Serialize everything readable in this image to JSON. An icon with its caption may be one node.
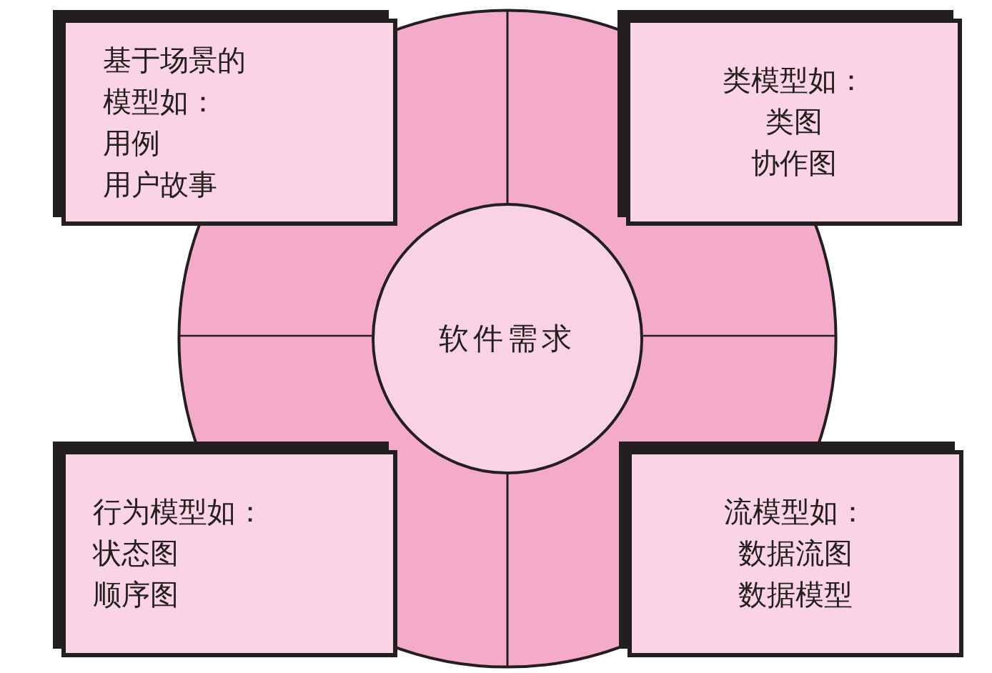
{
  "diagram": {
    "nodes": [
      {
        "text": [],
        "shape": "circle"
      },
      {
        "text": [
          "基于场景的模型如：",
          "用例",
          "用户故事"
        ]
      },
      {
        "text": [
          "类模型如：",
          "类图",
          "协作图"
        ]
      },
      {
        "text": [
          "软件需求"
        ],
        "in": 0
      },
      {
        "text": [
          "行为模型如：",
          "状态图",
          "顺序图"
        ]
      },
      {
        "text": [
          "流模型如：",
          "数据流图",
          "数据模型"
        ]
      }
    ]
  }
}
